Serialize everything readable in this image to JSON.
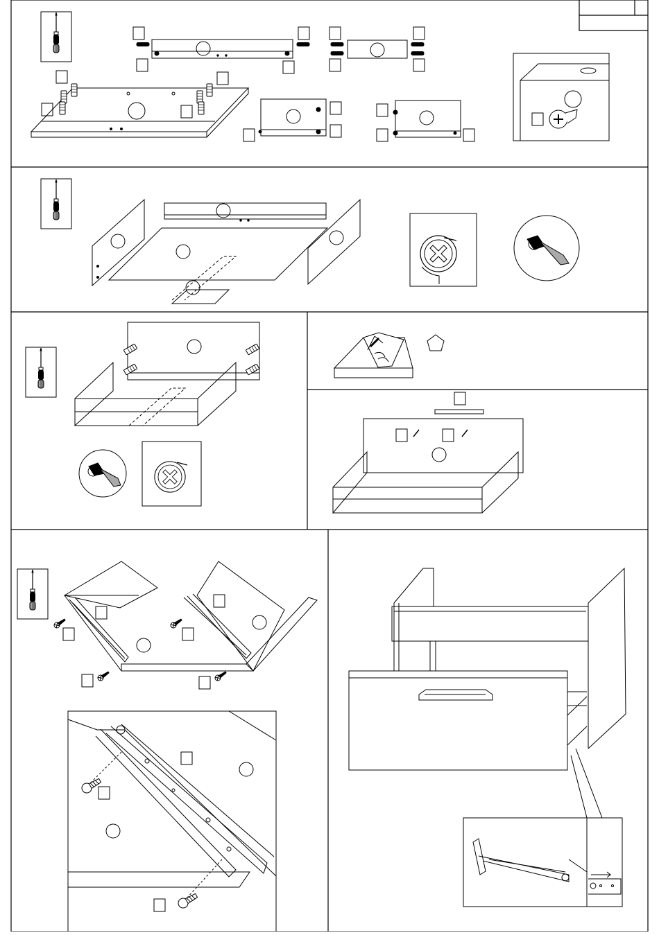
{
  "document": {
    "page_number": "",
    "colors": {
      "ink": "#000000",
      "paper": "#ffffff"
    },
    "icons": [
      "screwdriver-icon",
      "cam-lock-icon",
      "dowel-icon",
      "pentagon-icon",
      "drawer-runner-icon",
      "screw-icon"
    ],
    "steps": [
      {
        "name": "step-1",
        "tool": "screwdriver"
      },
      {
        "name": "step-2",
        "tool": "screwdriver"
      },
      {
        "name": "step-3",
        "tool": "screwdriver"
      },
      {
        "name": "step-4",
        "tool": "none"
      },
      {
        "name": "step-5",
        "tool": "none"
      },
      {
        "name": "step-6",
        "tool": "screwdriver"
      },
      {
        "name": "step-7",
        "tool": "none"
      }
    ]
  }
}
